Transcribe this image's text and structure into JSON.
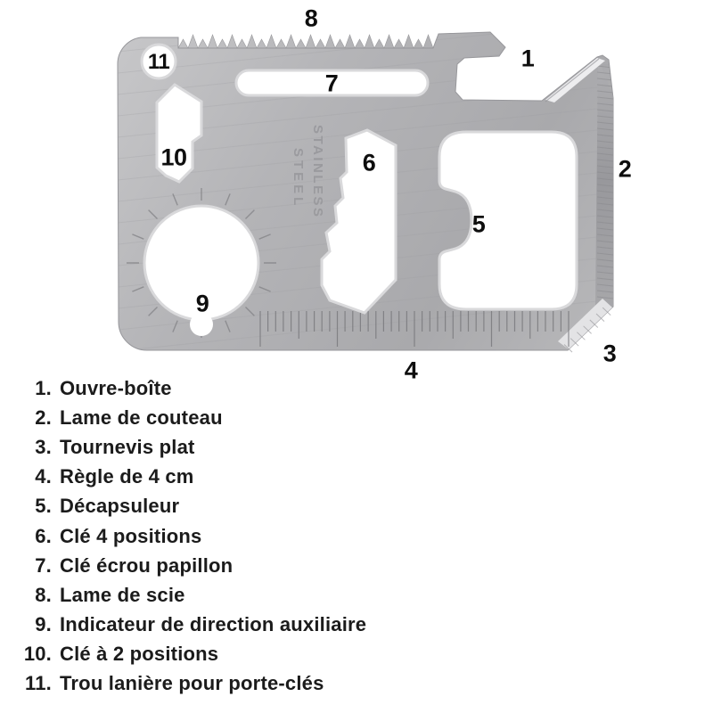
{
  "figure": {
    "engraving": {
      "line1": "STAINLESS",
      "line2": "STEEL"
    },
    "callouts": [
      {
        "num": "1"
      },
      {
        "num": "2"
      },
      {
        "num": "3"
      },
      {
        "num": "4"
      },
      {
        "num": "5"
      },
      {
        "num": "6"
      },
      {
        "num": "7"
      },
      {
        "num": "8"
      },
      {
        "num": "9"
      },
      {
        "num": "10"
      },
      {
        "num": "11"
      }
    ]
  },
  "legend": {
    "items": [
      {
        "num": "1.",
        "label": "Ouvre-boîte"
      },
      {
        "num": "2.",
        "label": "Lame de couteau"
      },
      {
        "num": "3.",
        "label": "Tournevis plat"
      },
      {
        "num": "4.",
        "label": "Règle de 4 cm"
      },
      {
        "num": "5.",
        "label": "Décapsuleur"
      },
      {
        "num": "6.",
        "label": "Clé 4 positions"
      },
      {
        "num": "7.",
        "label": "Clé écrou papillon"
      },
      {
        "num": "8.",
        "label": "Lame de scie"
      },
      {
        "num": "9.",
        "label": "Indicateur de direction auxiliaire"
      },
      {
        "num": "10.",
        "label": "Clé à 2 positions"
      },
      {
        "num": "11.",
        "label": "Trou lanière pour porte-clés"
      }
    ]
  },
  "colors": {
    "background": "#ffffff",
    "metal": "#b3b3b6",
    "metal_dark": "#9a9a9e",
    "callout_text": "#0e0e0e",
    "legend_text": "#1b1b1b"
  }
}
